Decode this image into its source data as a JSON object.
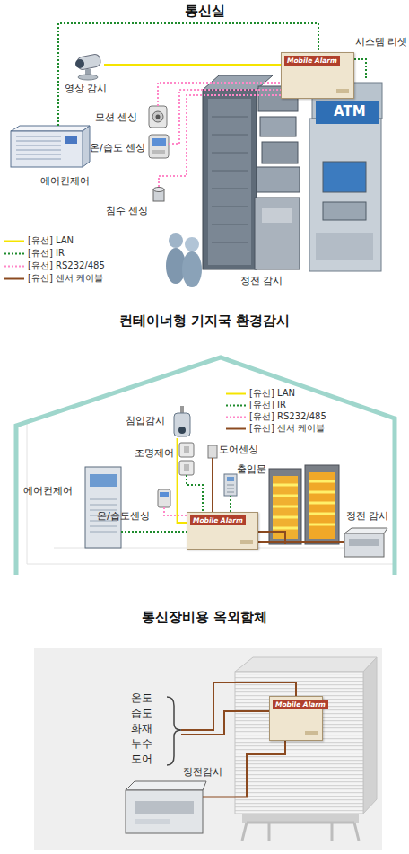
{
  "diagram": {
    "nodes": [
      {
        "text": [
          "통신실"
        ]
      },
      {
        "text": [
          "영상 감시"
        ],
        "in": 0
      },
      {
        "text": [
          "Mobile Alarm"
        ],
        "in": 0
      },
      {
        "text": [
          "모션 센싱"
        ],
        "in": 0
      },
      {
        "text": [
          "온/습도 센싱"
        ],
        "in": 0
      },
      {
        "text": [
          "에어컨제어"
        ],
        "in": 0
      },
      {
        "text": [
          "침수 센싱"
        ],
        "in": 0
      },
      {
        "text": [
          "ATM"
        ],
        "in": 0
      },
      {
        "text": [
          "정전 감시"
        ],
        "in": 0
      },
      {
        "text": [
          "컨테이너형 기지국 환경감시"
        ]
      },
      {
        "text": [
          "침입감시"
        ],
        "in": 9
      },
      {
        "text": [
          "조명제어"
        ],
        "in": 9
      },
      {
        "text": [
          "도어센싱"
        ],
        "in": 9
      },
      {
        "text": [
          "출입문"
        ],
        "in": 9
      },
      {
        "text": [
          "에어컨제어"
        ],
        "in": 9
      },
      {
        "text": [
          "온/습도센싱"
        ],
        "in": 9
      },
      {
        "text": [
          "Mobile Alarm"
        ],
        "in": 9
      },
      {
        "text": [
          "정전 감시"
        ],
        "in": 9
      },
      {
        "text": [
          "통신장비용 옥외함체"
        ]
      },
      {
        "text": [
          "Mobile Alarm"
        ],
        "in": 18
      },
      {
        "text": [
          "정전감시"
        ],
        "in": 18
      }
    ],
    "edges": [
      {
        "from": 1,
        "to": 2,
        "arrow": "none"
      },
      {
        "from": 3,
        "to": 2,
        "arrow": "none"
      },
      {
        "from": 4,
        "to": 2,
        "arrow": "none"
      },
      {
        "from": 5,
        "to": 2,
        "arrow": "none"
      },
      {
        "from": 6,
        "to": 2,
        "arrow": "none"
      },
      {
        "from": 2,
        "to": 7,
        "label": "시스템 리셋",
        "arrow": "none"
      },
      {
        "from": 10,
        "to": 16,
        "arrow": "none"
      },
      {
        "from": 11,
        "to": 16,
        "arrow": "none"
      },
      {
        "from": 12,
        "to": 16,
        "arrow": "none"
      },
      {
        "from": 13,
        "to": 16,
        "arrow": "none"
      },
      {
        "from": 14,
        "to": 16,
        "arrow": "none"
      },
      {
        "from": 15,
        "to": 16,
        "arrow": "none"
      },
      {
        "from": 16,
        "to": 17,
        "arrow": "none"
      },
      {
        "from": 20,
        "to": 19,
        "arrow": "none"
      }
    ],
    "labels": [
      "온도",
      "습도",
      "화재",
      "누수",
      "도어"
    ],
    "legend": [
      {
        "text": "[유선] LAN"
      },
      {
        "text": "[유선] IR"
      },
      {
        "text": "[유선] RS232/485"
      },
      {
        "text": "[유선] 센서 케이블"
      },
      {
        "text": "[유선] LAN"
      },
      {
        "text": "[유선] IR"
      },
      {
        "text": "[유선] RS232/485"
      },
      {
        "text": "[유선] 센서 케이블"
      }
    ]
  }
}
